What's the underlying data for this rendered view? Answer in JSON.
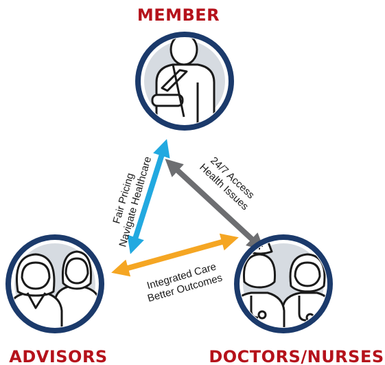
{
  "nodes": {
    "member": {
      "title": "MEMBER"
    },
    "advisors": {
      "title": "ADVISORS"
    },
    "doctors": {
      "title": "DOCTORS/NURSES"
    }
  },
  "edges": {
    "member_advisors": {
      "line1": "Fair Pricing",
      "line2": "Navigate Healthcare",
      "color": "#22a9e0"
    },
    "member_doctors": {
      "line1": "24/7 Access",
      "line2": "Health Issues",
      "color": "#6d6e71"
    },
    "advisors_doctors": {
      "line1": "Integrated Care",
      "line2": "Better Outcomes",
      "color": "#f5a623"
    }
  },
  "colors": {
    "circle_ring": "#1b3a6b",
    "circle_fill": "#d6dbe1",
    "title": "#b5121b"
  },
  "icons": {
    "member": "person-with-arm-sling-icon",
    "advisors": "two-advisors-icon",
    "doctors": "nurse-and-doctor-icon"
  }
}
